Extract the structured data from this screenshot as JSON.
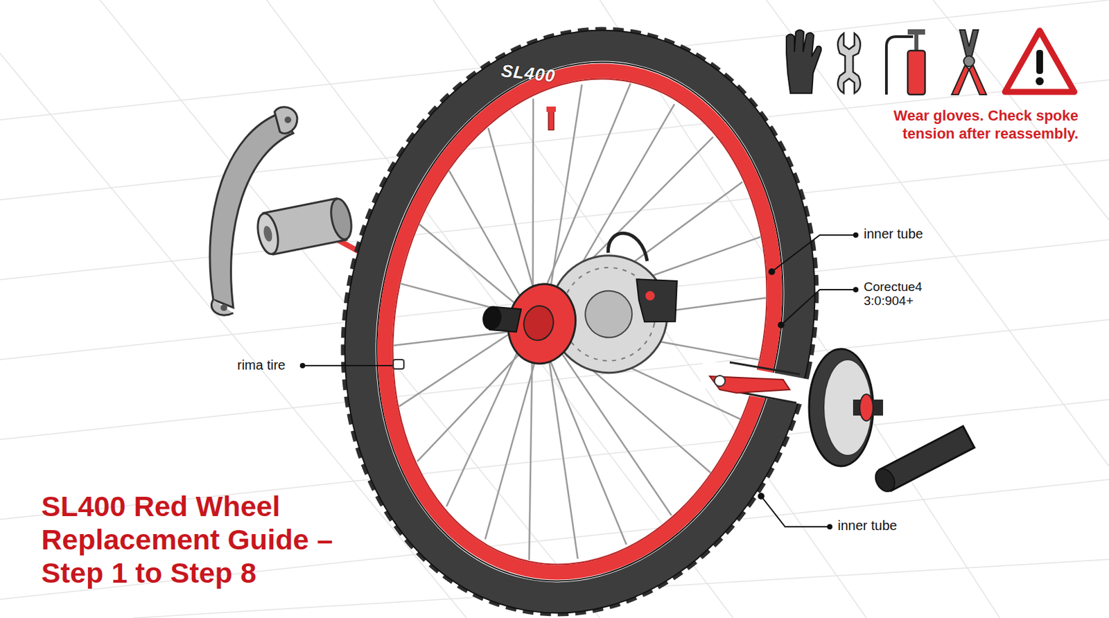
{
  "diagram": {
    "title": "SL400 Red Wheel Replacement Guide – Step 1 to Step 8",
    "labels": [
      "SL400",
      "Wear gloves. Check spoke tension after reassembly.",
      "inner tube",
      "Corectue4 3:0:904+",
      "rima tire",
      "inner tube"
    ]
  }
}
